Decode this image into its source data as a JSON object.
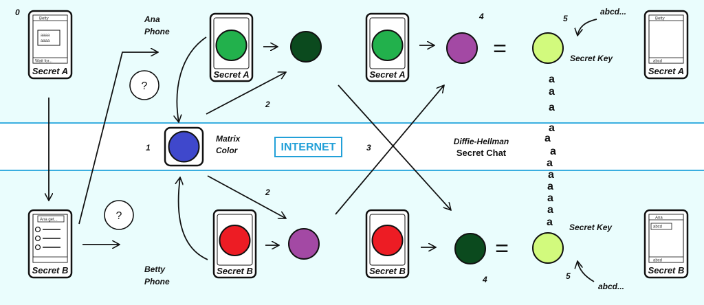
{
  "labels": {
    "step0": "0",
    "step1": "1",
    "step2_top": "2",
    "step2_bottom": "2",
    "step3": "3",
    "step4_top": "4",
    "step4_bottom": "4",
    "step5_top": "5",
    "step5_bottom": "5",
    "ana_phone_1": "Ana",
    "ana_phone_2": "Phone",
    "betty_phone_1": "Betty",
    "betty_phone_2": "Phone",
    "matrix_1": "Matrix",
    "matrix_2": "Color",
    "internet": "INTERNET",
    "dh_1": "Diffie-Hellman",
    "dh_2": "Secret Chat",
    "secret_key_top": "Secret Key",
    "secret_key_bottom": "Secret Key",
    "abcd_top": "abcd...",
    "abcd_bottom": "abcd...",
    "question_top": "?",
    "question_bottom": "?",
    "secret_a_1": "Secret A",
    "secret_a_2": "Secret A",
    "secret_a_3": "Secret A",
    "secret_a_4": "Secret A",
    "secret_b_1": "Secret B",
    "secret_b_2": "Secret B",
    "secret_b_3": "Secret B",
    "secret_b_4": "Secret B",
    "equals_top": "=",
    "equals_bottom": "="
  },
  "phones": {
    "a_start_top": "Betty",
    "a_start_box_1": "aaaa",
    "a_start_box_2": "aaaa",
    "a_start_bottom": "Wait for...",
    "b_start_top": "Ana get...",
    "a_end_top": "Betty",
    "a_end_bottom": "abcd",
    "b_end_top": "Ana",
    "b_end_box": "abcd",
    "b_end_bottom": "abcd"
  },
  "a_column": [
    "a",
    "a",
    "a",
    "a",
    "a",
    "a",
    "a",
    "a",
    "a",
    "a",
    "a",
    "a"
  ],
  "colors": {
    "background": "#eafdfd",
    "band": "#ffffff",
    "band_line": "#3aaee0",
    "green": "#22b14c",
    "dark_green": "#0b4a1e",
    "blue": "#3f48cc",
    "red": "#ed1c24",
    "purple": "#a349a4",
    "lime": "#d2fa7d",
    "internet": "#22a0d8"
  }
}
